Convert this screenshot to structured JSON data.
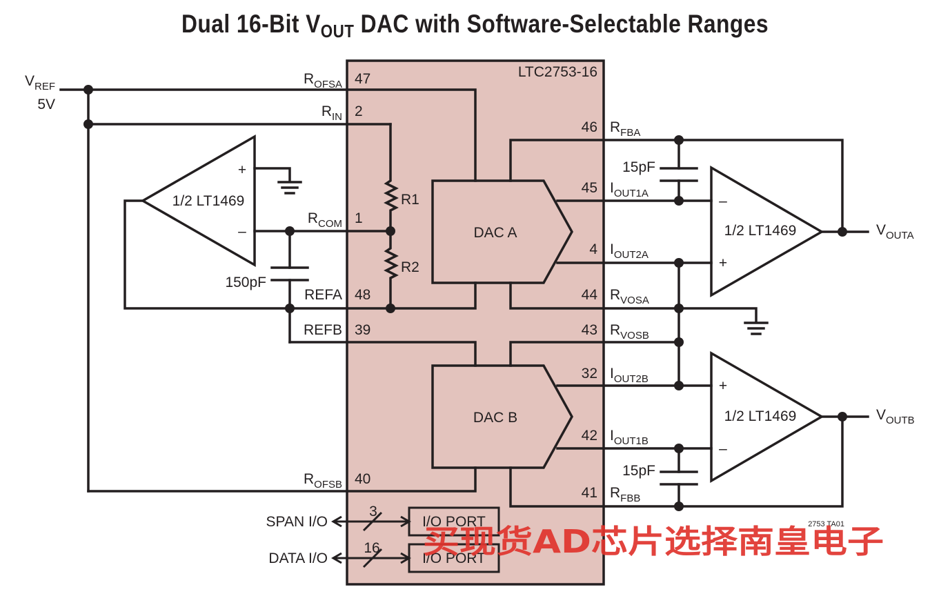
{
  "title": {
    "main_a": "Dual 16-Bit V",
    "main_sub": "OUT",
    "main_b": " DAC with Software-Selectable Ranges"
  },
  "ic": {
    "name": "LTC2753-16",
    "fig_code": "2753 TA01"
  },
  "blocks": {
    "dac_a": "DAC A",
    "dac_b": "DAC B",
    "io_port_1": "I/O PORT",
    "io_port_2": "I/O PORT"
  },
  "vref": {
    "main": "V",
    "sub": "REF",
    "voltage": "5V"
  },
  "amps": {
    "ref_amp": "1/2 LT1469",
    "out_amp_a": "1/2 LT1469",
    "out_amp_b": "1/2 LT1469"
  },
  "resistors": {
    "r1": "R1",
    "r2": "R2"
  },
  "caps": {
    "c150": "150pF",
    "c15_a": "15pF",
    "c15_b": "15pF"
  },
  "pins": {
    "rofsa": {
      "main": "R",
      "sub": "OFSA",
      "num": "47"
    },
    "rin": {
      "main": "R",
      "sub": "IN",
      "num": "2"
    },
    "rcom": {
      "main": "R",
      "sub": "COM",
      "num": "1"
    },
    "refa": {
      "main": "REFA",
      "num": "48"
    },
    "refb": {
      "main": "REFB",
      "num": "39"
    },
    "rofsb": {
      "main": "R",
      "sub": "OFSB",
      "num": "40"
    },
    "rfba": {
      "main": "R",
      "sub": "FBA",
      "num": "46"
    },
    "iout1a": {
      "main": "I",
      "sub": "OUT1A",
      "num": "45"
    },
    "iout2a": {
      "main": "I",
      "sub": "OUT2A",
      "num": "4"
    },
    "rvosa": {
      "main": "R",
      "sub": "VOSA",
      "num": "44"
    },
    "rvosb": {
      "main": "R",
      "sub": "VOSB",
      "num": "43"
    },
    "iout2b": {
      "main": "I",
      "sub": "OUT2B",
      "num": "32"
    },
    "iout1b": {
      "main": "I",
      "sub": "OUT1B",
      "num": "42"
    },
    "rfbb": {
      "main": "R",
      "sub": "FBB",
      "num": "41"
    }
  },
  "outputs": {
    "vouta": {
      "main": "V",
      "sub": "OUTA"
    },
    "voutb": {
      "main": "V",
      "sub": "OUTB"
    }
  },
  "io": {
    "span": "SPAN I/O",
    "span_bits": "3",
    "data": "DATA I/O",
    "data_bits": "16"
  },
  "polarity": {
    "plus": "+",
    "minus": "–"
  },
  "watermark": "买现货AD芯片选择南皇电子",
  "colors": {
    "ic_fill": "#e3c3bd",
    "ink": "#231f20",
    "watermark": "#e0342d"
  }
}
